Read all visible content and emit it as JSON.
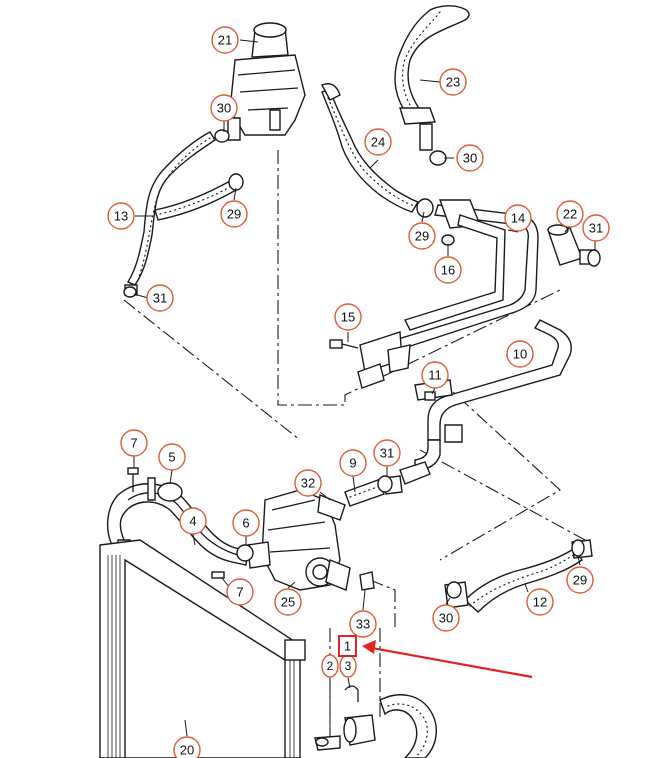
{
  "callouts": {
    "c21": "21",
    "c30a": "30",
    "c13": "13",
    "c29a": "29",
    "c31a": "31",
    "c23": "23",
    "c24": "24",
    "c30b": "30",
    "c29b": "29",
    "c16": "16",
    "c14": "14",
    "c22": "22",
    "c31b": "31",
    "c15": "15",
    "c10": "10",
    "c11": "11",
    "c7a": "7",
    "c5": "5",
    "c9": "9",
    "c31c": "31",
    "c32": "32",
    "c4": "4",
    "c6": "6",
    "c7b": "7",
    "c25": "25",
    "c33": "33",
    "c30c": "30",
    "c12": "12",
    "c29c": "29",
    "c20": "20",
    "c1": "1",
    "c2": "2",
    "c3": "3"
  },
  "colors": {
    "callout_ring": "#e05a36",
    "highlight": "#e02424",
    "ink": "#1a1a1a"
  }
}
